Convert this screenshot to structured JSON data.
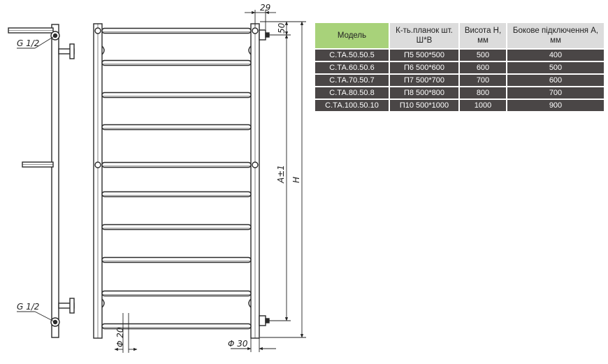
{
  "labels": {
    "thread_top": "G 1/2",
    "thread_bottom": "G 1/2",
    "dim_depth": "29",
    "dim_top_offset": "50",
    "dim_a": "A±1",
    "dim_h": "H",
    "dim_d20": "Φ 20",
    "dim_d30": "Φ 30"
  },
  "table": {
    "headers": [
      "Модель",
      "К-ть.планок шт. Ш*В",
      "Висота Н, мм",
      "Бокове підключення А, мм"
    ],
    "rows": [
      [
        "С.ТА.50.50.5",
        "П5 500*500",
        "500",
        "400"
      ],
      [
        "С.ТА.60.50.6",
        "П6 500*600",
        "600",
        "500"
      ],
      [
        "С.ТА.70.50.7",
        "П7 500*700",
        "700",
        "600"
      ],
      [
        "С.ТА.80.50.8",
        "П8 500*800",
        "800",
        "700"
      ],
      [
        "С.ТА.100.50.10",
        "П10 500*1000",
        "1000",
        "900"
      ]
    ]
  },
  "colors": {
    "header_accent": "#a8d27a",
    "header_bg": "#dcdcdc",
    "row_bg": "#4a4646",
    "line": "#2a2a2a"
  }
}
